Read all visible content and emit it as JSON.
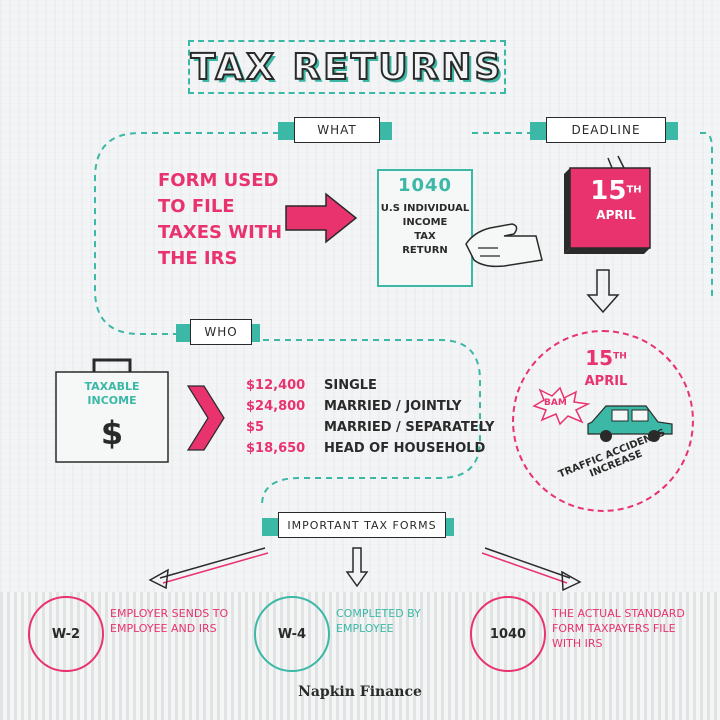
{
  "title": "TAX RETURNS",
  "ribbons": {
    "what": "WHAT",
    "deadline": "DEADLINE",
    "who": "WHO",
    "forms": "IMPORTANT TAX FORMS"
  },
  "what": {
    "description_lines": [
      "FORM USED",
      "TO FILE",
      "TAXES WITH",
      "THE IRS"
    ],
    "form_number": "1040",
    "form_title_lines": [
      "U.S INDIVIDUAL",
      "INCOME",
      "TAX",
      "RETURN"
    ]
  },
  "deadline": {
    "day": "15",
    "suffix": "TH",
    "month": "APRIL"
  },
  "accident": {
    "day": "15",
    "suffix": "TH",
    "month": "APRIL",
    "bam": "BAM",
    "caption": "TRAFFIC ACCIDENTS INCREASE"
  },
  "who": {
    "briefcase_label_lines": [
      "TAXABLE",
      "INCOME"
    ],
    "dollar": "$",
    "thresholds": [
      {
        "amount": "$12,400",
        "status": "SINGLE"
      },
      {
        "amount": "$24,800",
        "status": "MARRIED / JOINTLY"
      },
      {
        "amount": "$5",
        "status": "MARRIED / SEPARATELY"
      },
      {
        "amount": "$18,650",
        "status": "HEAD OF HOUSEHOLD"
      }
    ]
  },
  "forms": [
    {
      "name": "W-2",
      "desc_lines": [
        "EMPLOYER SENDS TO",
        "EMPLOYEE AND IRS"
      ],
      "color": "#e8336f"
    },
    {
      "name": "W-4",
      "desc_lines": [
        "COMPLETED BY",
        "EMPLOYEE"
      ],
      "color": "#3bb8a6"
    },
    {
      "name": "1040",
      "desc_lines": [
        "THE ACTUAL STANDARD",
        "FORM TAXPAYERS FILE",
        "WITH IRS"
      ],
      "color": "#e8336f"
    }
  ],
  "brand": "Napkin Finance",
  "colors": {
    "pink": "#e8336f",
    "teal": "#3bb8a6",
    "ink": "#2a2a2a"
  }
}
